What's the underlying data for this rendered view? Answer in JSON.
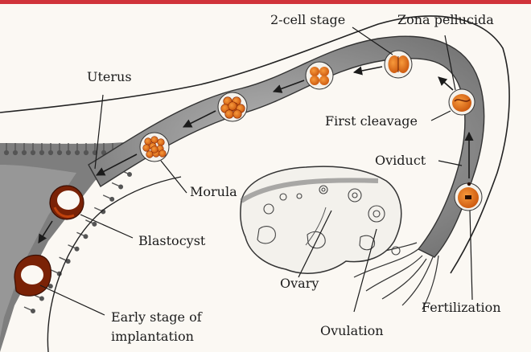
{
  "colors": {
    "top_rule": "#d0333a",
    "tube_fill": "#8f8f8f",
    "tube_dark": "#5e5e5e",
    "embryo_orange": "#e0620f",
    "embryo_dark": "#8a2a06",
    "background": "#fbf8f3"
  },
  "labels": {
    "two_cell_stage": "2-cell stage",
    "zona_pellucida": "Zona pellucida",
    "uterus": "Uterus",
    "first_cleavage": "First cleavage",
    "oviduct": "Oviduct",
    "morula": "Morula",
    "blastocyst": "Blastocyst",
    "ovary": "Ovary",
    "early_stage_line1": "Early stage of",
    "early_stage_line2": "implantation",
    "ovulation": "Ovulation",
    "fertilization": "Fertilization"
  }
}
